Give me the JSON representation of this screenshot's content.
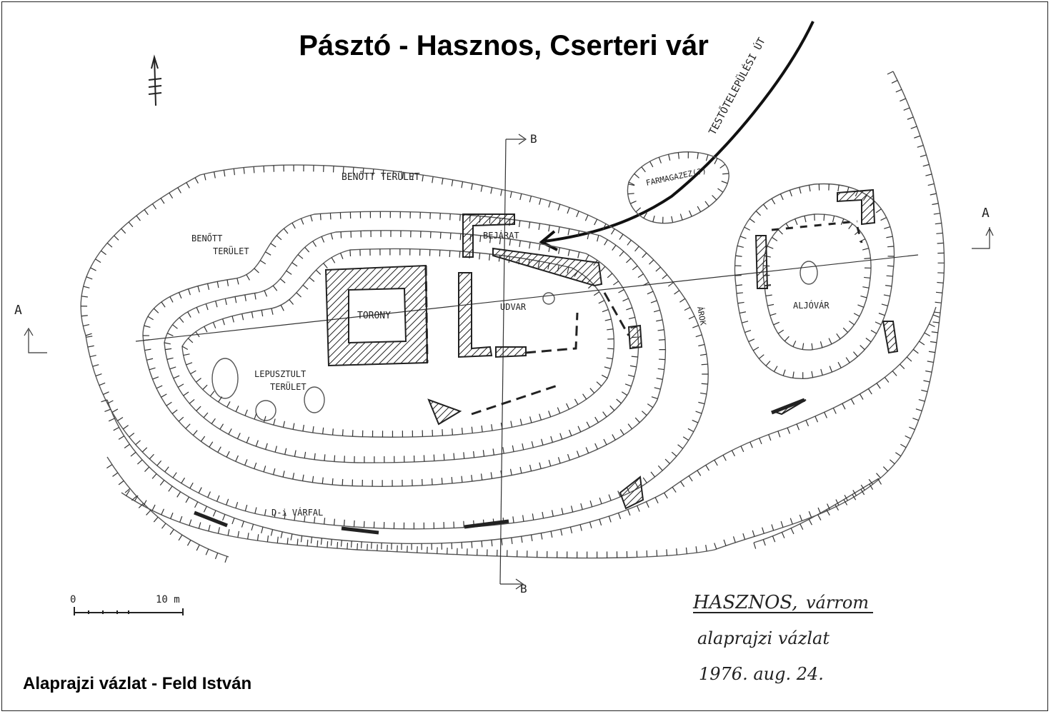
{
  "title": "Pásztó - Hasznos, Cserteri vár",
  "credit": "Alaprajzi vázlat - Feld István",
  "labels": {
    "benott_terulet_top": "BENŐTT TERÜLET",
    "benott_terulet_left_1": "BENŐTT",
    "benott_terulet_left_2": "TERÜLET",
    "bejarat": "BEJÁRAT",
    "torony": "TORONY",
    "udvar": "UDVAR",
    "lepusztult_1": "LEPUSZTULT",
    "lepusztult_2": "TERÜLET",
    "farmagazes": "FARMAGAZEZ(?)",
    "aljovat": "ALJÓVÁR",
    "arok": "ÁROK",
    "di_varfal": "D-i VÁRFAL",
    "road": "TESTŐTELEPÜLÉSI ÚT",
    "section_a": "A",
    "section_b": "B"
  },
  "scale": {
    "zero": "0",
    "ten": "10 m"
  },
  "annotation": {
    "line1_a": "HASZNOS,",
    "line1_b": "várrom",
    "line2": "alaprajzi vázlat",
    "line3": "1976. aug. 24."
  },
  "colors": {
    "ink": "#222222",
    "hatch": "#333333",
    "background": "#ffffff"
  }
}
